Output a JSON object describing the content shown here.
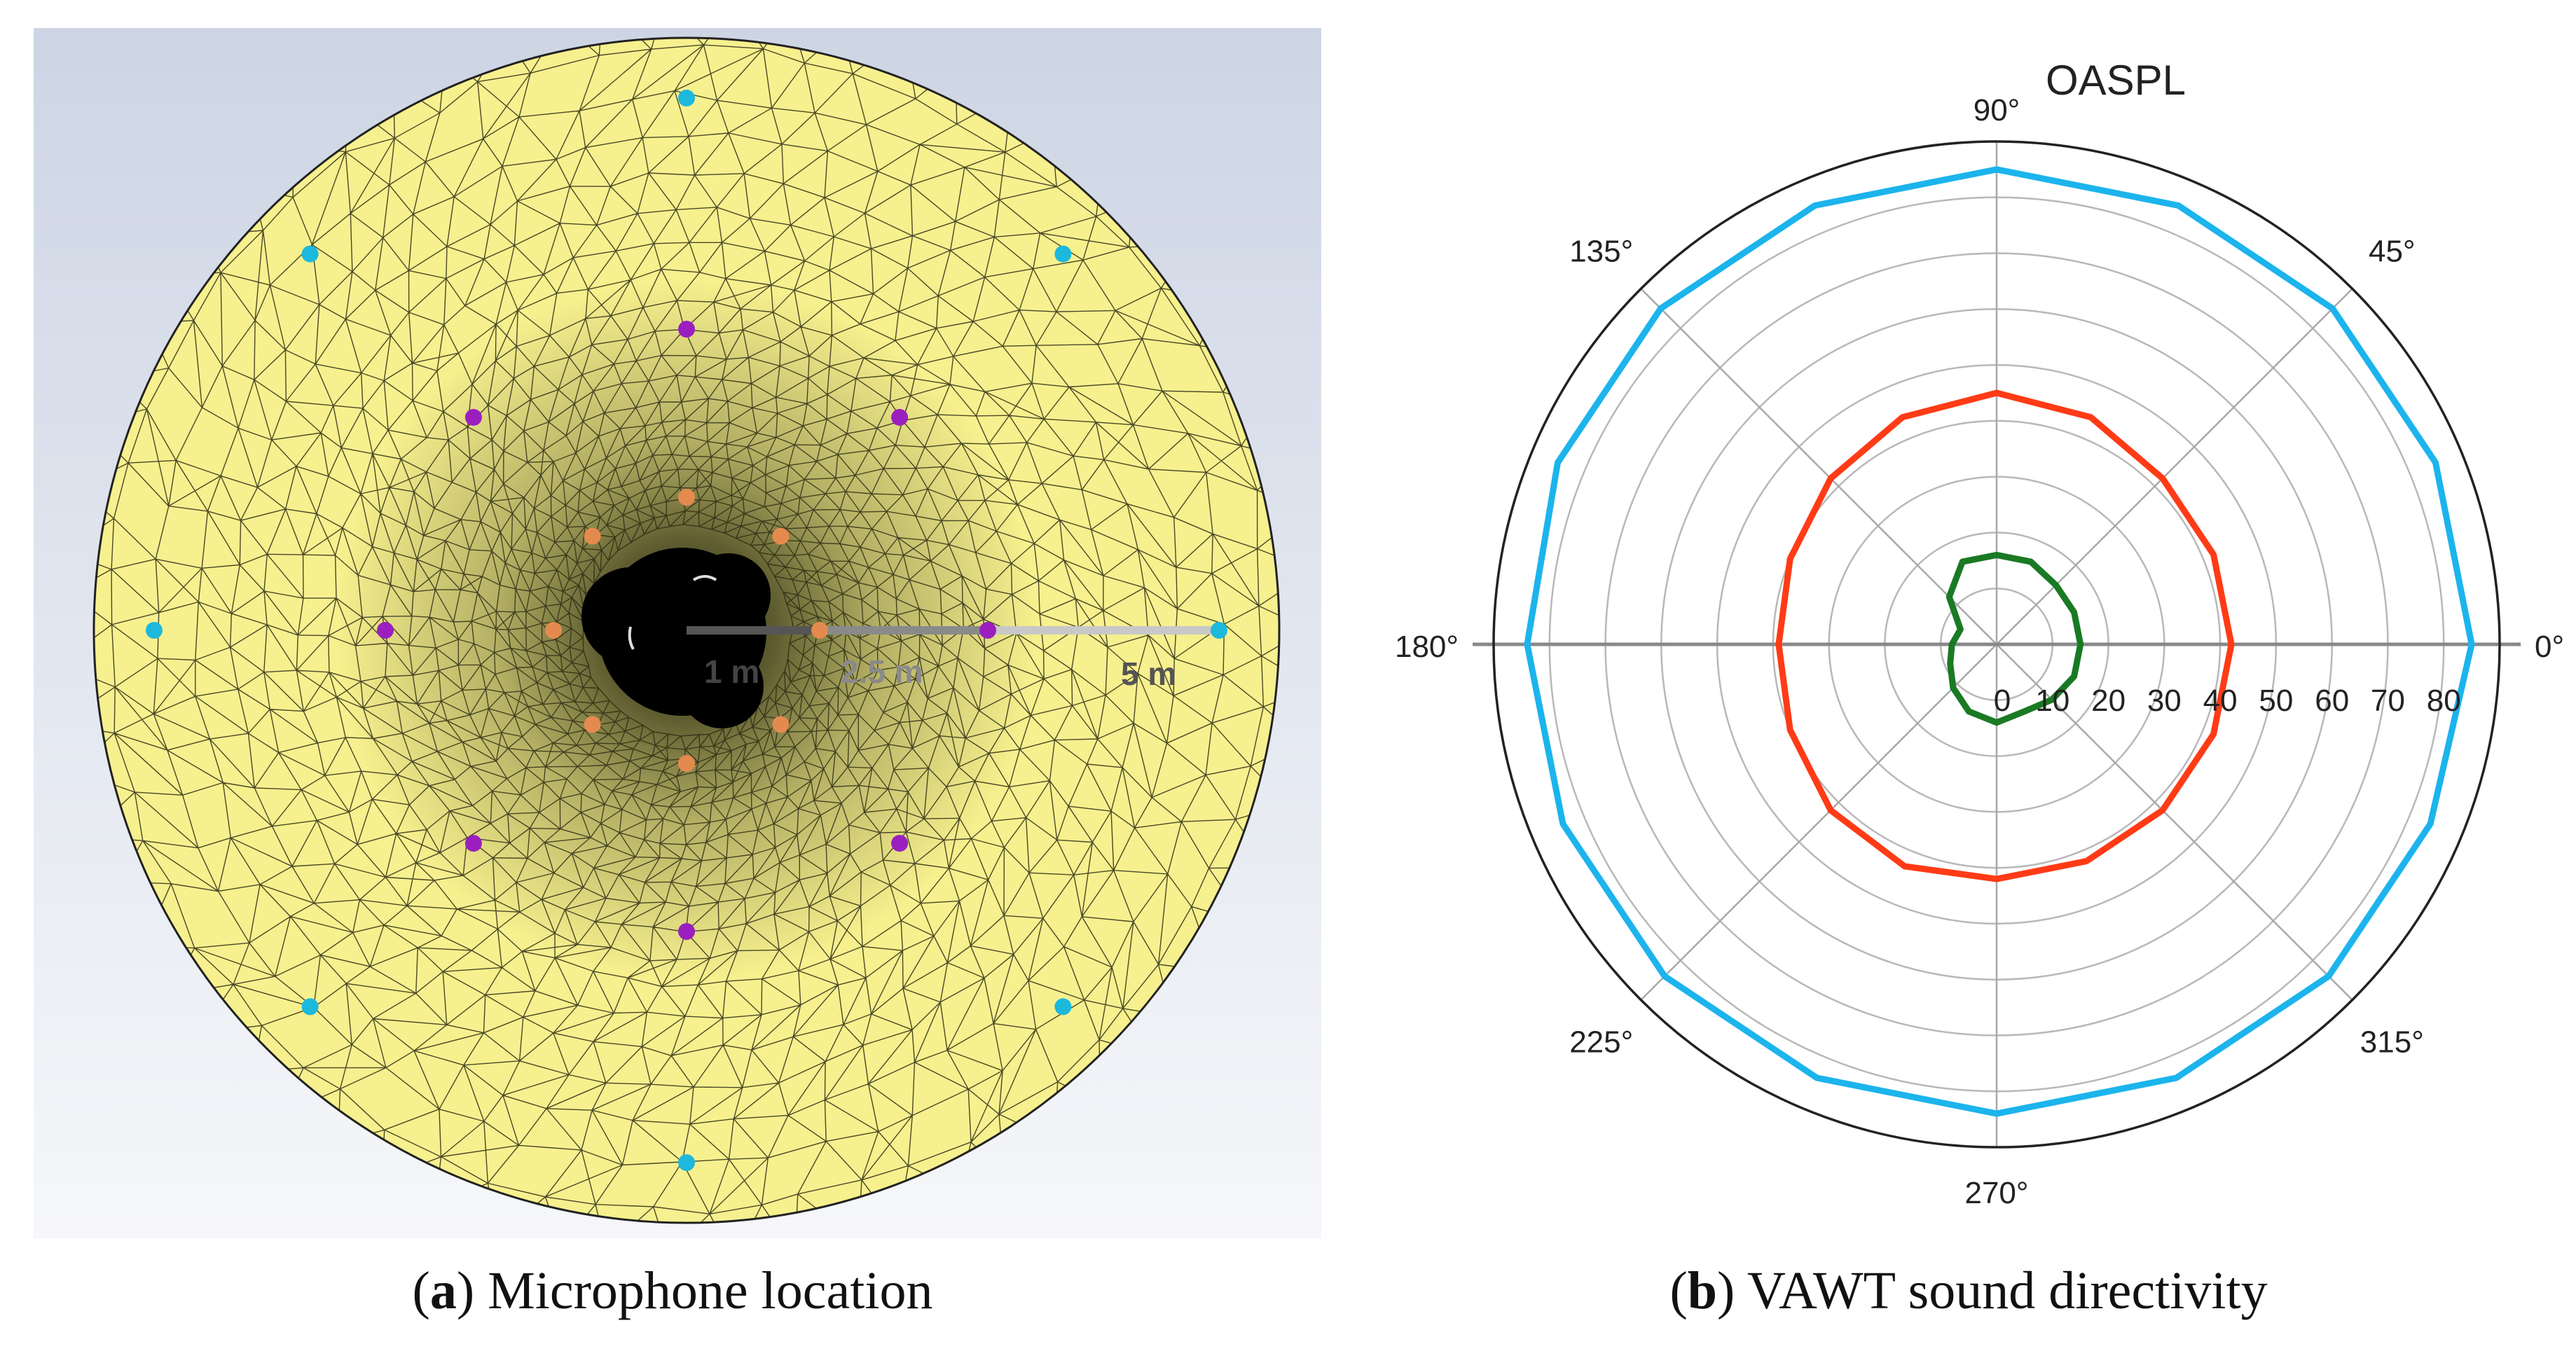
{
  "panel_a": {
    "caption_open": "(",
    "caption_tag": "a",
    "caption_text": ") Microphone location",
    "radius_labels": [
      "1 m",
      "2.5 m",
      "5 m"
    ],
    "colors": {
      "background_top": "#cdd5e4",
      "background_bottom": "#f6f7fa",
      "mesh_fill": "#f7f08e",
      "mesh_line": "#2a2a14",
      "turbine": "#000000",
      "mic_1m": "#e58a4e",
      "mic_2_5m": "#9b1fbf",
      "mic_5m": "#1cb9dd"
    },
    "microphone_rings": [
      {
        "radius_label": "1 m",
        "count": 8,
        "color": "#e58a4e"
      },
      {
        "radius_label": "2.5 m",
        "count": 8,
        "color": "#9b1fbf"
      },
      {
        "radius_label": "5 m",
        "count": 8,
        "color": "#1cb9dd"
      }
    ]
  },
  "panel_b": {
    "caption_open": "(",
    "caption_tag": "b",
    "caption_text": ") VAWT sound directivity",
    "chart_data": {
      "type": "polar",
      "title": "OASPL",
      "angle_labels": [
        {
          "deg": 0,
          "label": "0°"
        },
        {
          "deg": 45,
          "label": "45°"
        },
        {
          "deg": 90,
          "label": "90°"
        },
        {
          "deg": 135,
          "label": "135°"
        },
        {
          "deg": 180,
          "label": "180°"
        },
        {
          "deg": 225,
          "label": "225°"
        },
        {
          "deg": 270,
          "label": "270°"
        },
        {
          "deg": 315,
          "label": "315°"
        }
      ],
      "radial_ticks": [
        0,
        10,
        20,
        30,
        40,
        50,
        60,
        70,
        80
      ],
      "rlim": [
        0,
        90
      ],
      "grid": true,
      "angles_deg": [
        0,
        22.5,
        45,
        67.5,
        90,
        112.5,
        135,
        157.5,
        180,
        202.5,
        225,
        247.5,
        270,
        292.5,
        315,
        337.5
      ],
      "series": [
        {
          "color": "#1cb4ec",
          "values": [
            85,
            85,
            85,
            85,
            85,
            85,
            85,
            85,
            84,
            84,
            84,
            84,
            84,
            84,
            84,
            84
          ]
        },
        {
          "color": "#ff3b16",
          "values": [
            42,
            42,
            42,
            44,
            45,
            44,
            42,
            40,
            39,
            40,
            42,
            43,
            42,
            42,
            42,
            42
          ]
        },
        {
          "color": "#1a7a23",
          "values": [
            15,
            15,
            15,
            16,
            16,
            16,
            12,
            7,
            8,
            9,
            11,
            13,
            14,
            13,
            14,
            15
          ]
        }
      ]
    }
  }
}
